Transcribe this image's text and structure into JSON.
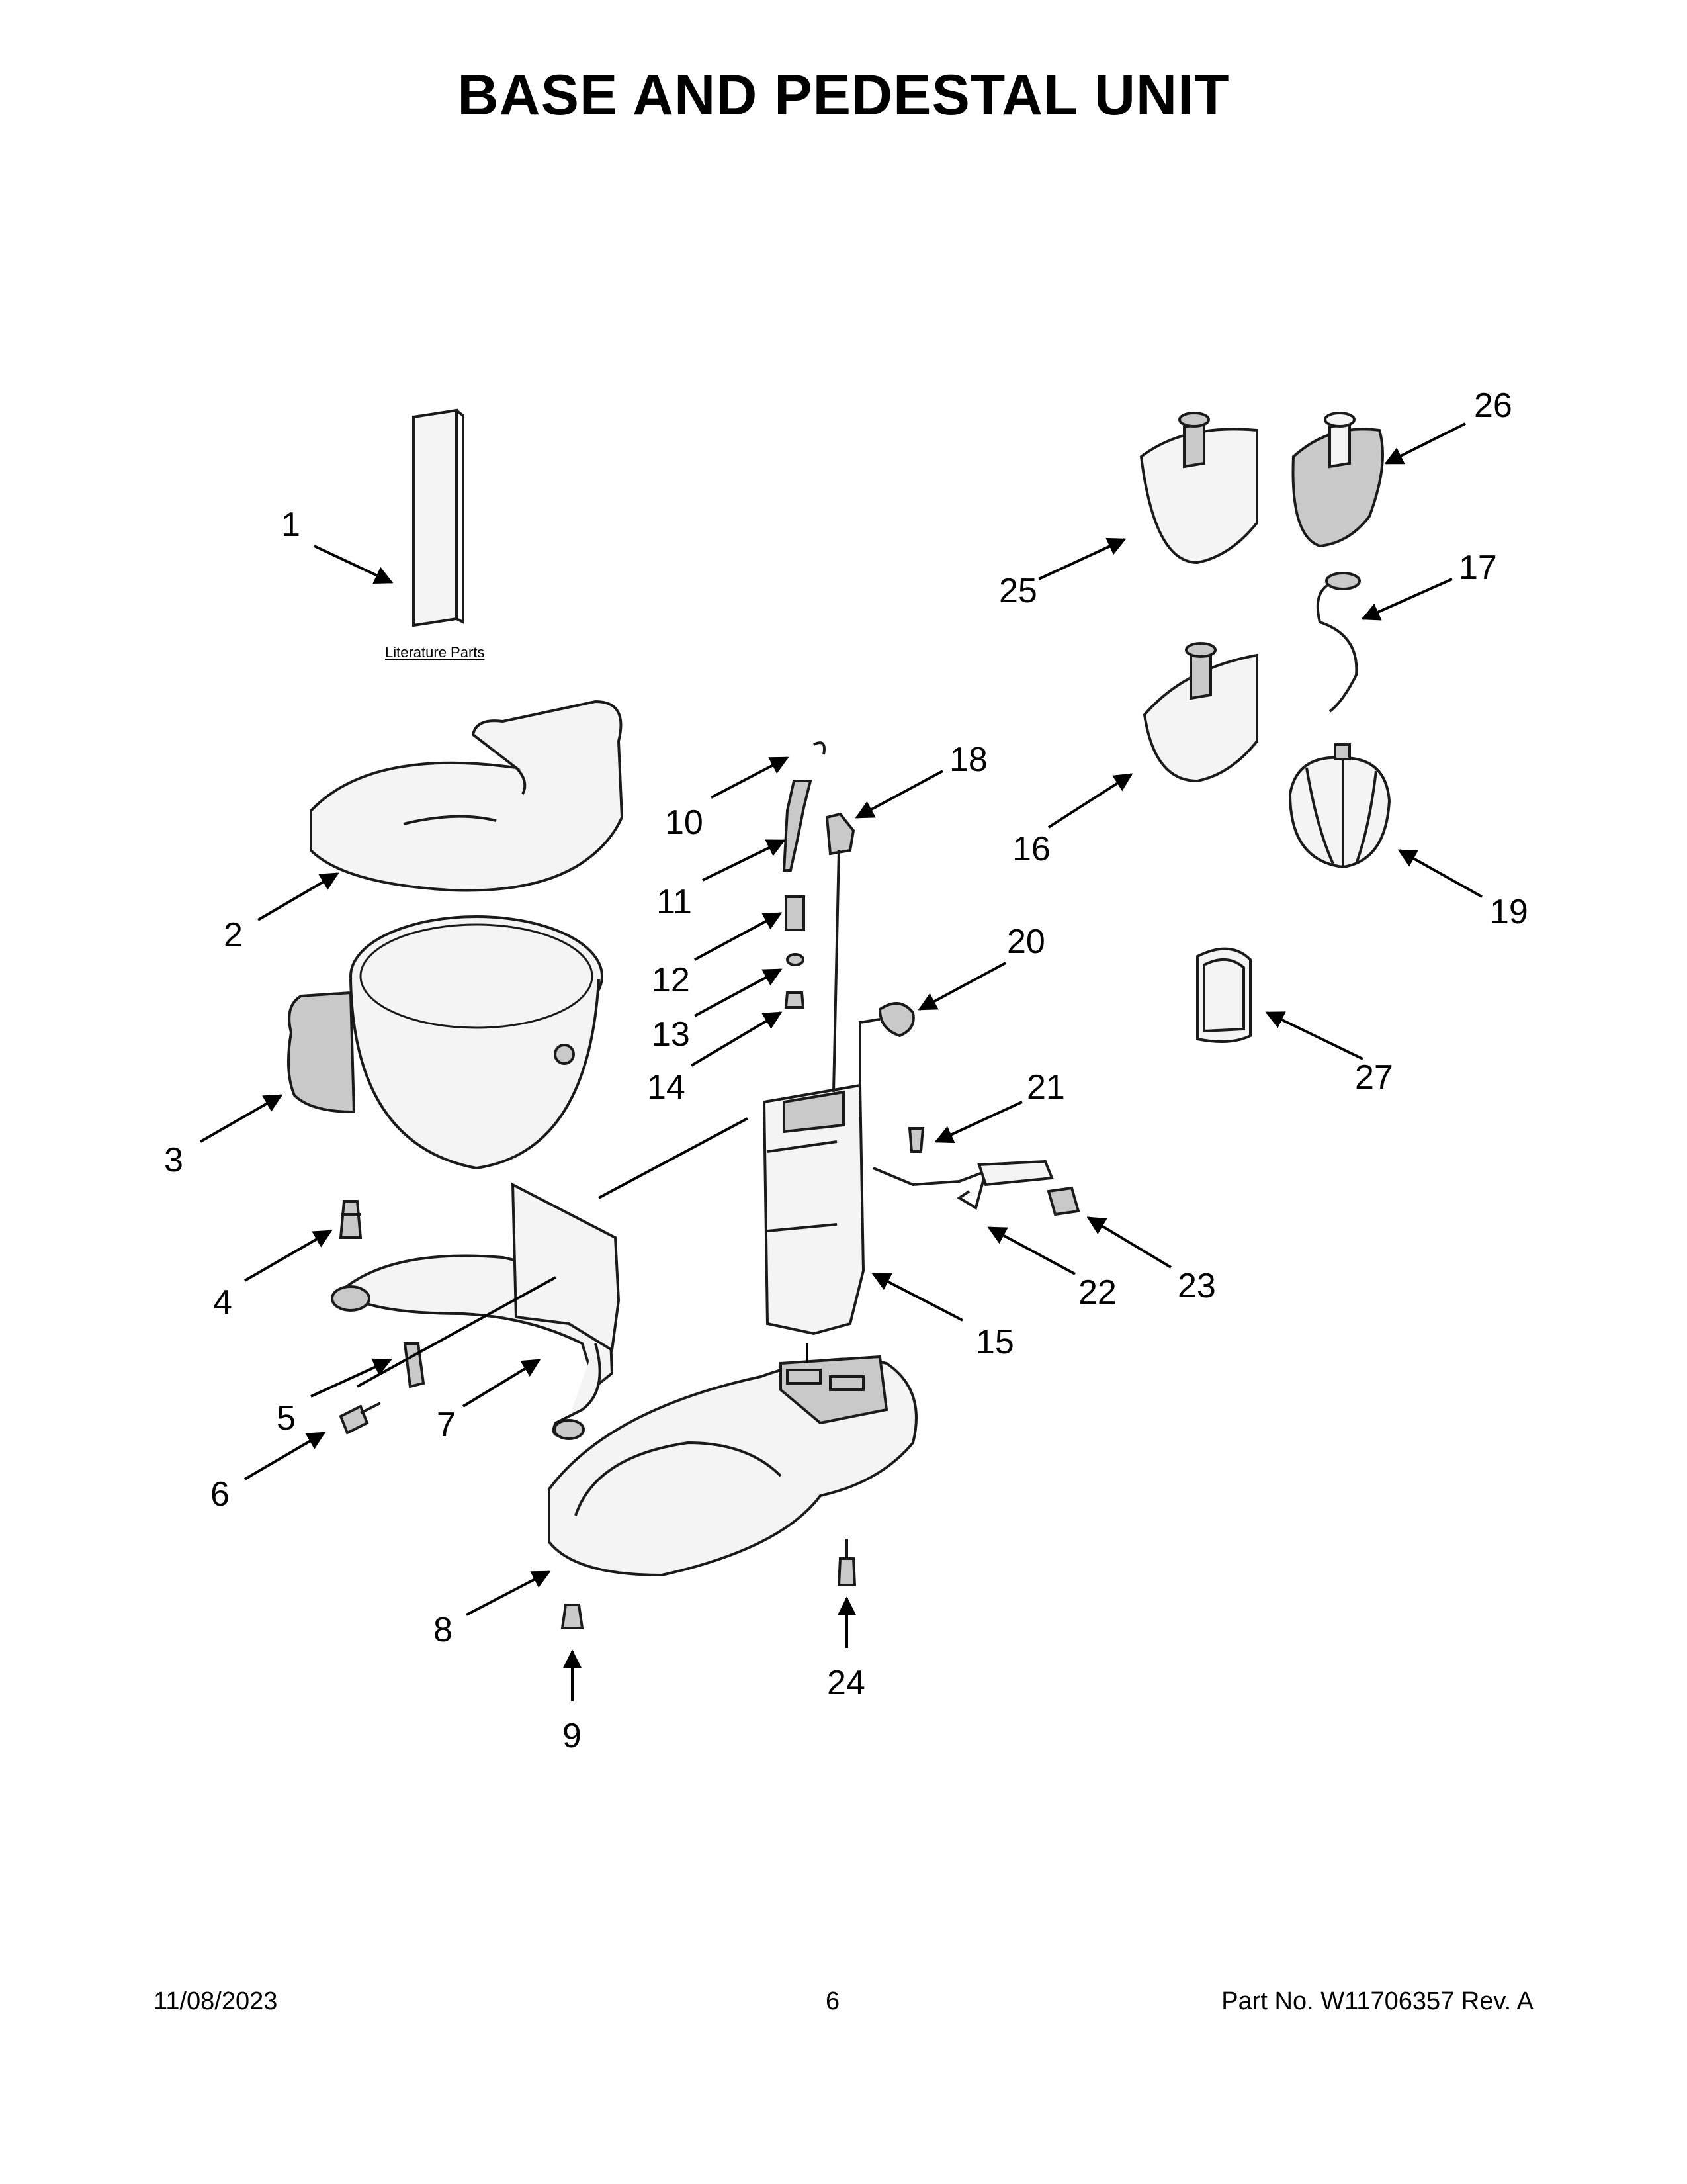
{
  "page": {
    "title": "BASE AND PEDESTAL UNIT",
    "literature_label": "Literature Parts"
  },
  "callouts": [
    "1",
    "2",
    "3",
    "4",
    "5",
    "6",
    "7",
    "8",
    "9",
    "10",
    "11",
    "12",
    "13",
    "14",
    "15",
    "16",
    "17",
    "18",
    "19",
    "20",
    "21",
    "22",
    "23",
    "24",
    "25",
    "26",
    "27"
  ],
  "footer": {
    "date": "11/08/2023",
    "page_number": "6",
    "part_number": "Part No.  W11706357  Rev.  A"
  }
}
